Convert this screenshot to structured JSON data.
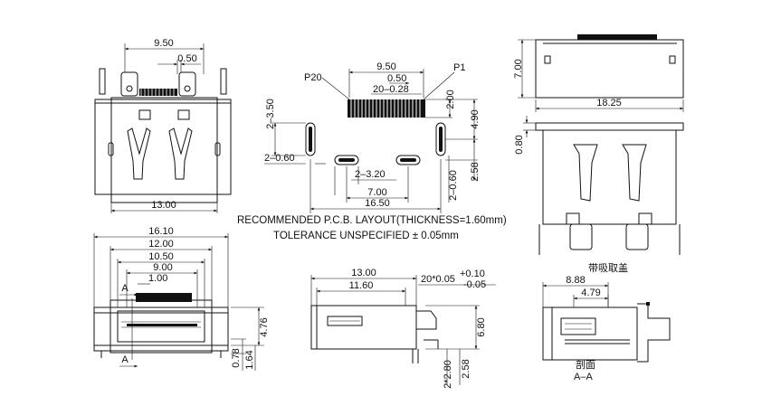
{
  "drawing": {
    "front_view": {
      "width_top": "9.50",
      "pitch_top": "0.50",
      "width_bottom": "13.00"
    },
    "pcb_layout": {
      "total_pitch": "9.50",
      "pitch": "0.50",
      "pin_range": "20–0.28",
      "pin_first_label": "P1",
      "pin_last_label": "P20",
      "pad_height": "2.00",
      "left_slot": "2–3.50",
      "right_dist": "4.90",
      "left_slot_width": "2–0.60",
      "right_slot_width": "2–0.60",
      "right_offset": "2.58",
      "center_slot": "2–3.20",
      "center_span": "7.00",
      "outer_span": "16.50",
      "note_line1": "RECOMMENDED  P.C.B.  LAYOUT(THICKNESS=1.60mm)",
      "note_line2": "TOLERANCE UNSPECIFIED ± 0.05mm"
    },
    "top_right_view": {
      "height": "7.00",
      "width": "18.25"
    },
    "mid_right_view": {
      "offset": "0.80",
      "caption": "带吸取盖"
    },
    "bottom_left_view": {
      "w1": "16.10",
      "w2": "12.00",
      "w3": "10.50",
      "w4": "9.00",
      "w5": "1.00",
      "section_mark_top": "A",
      "section_mark_bottom": "A",
      "h_total": "4.76",
      "h_small": "0.78",
      "h_mid": "1.64"
    },
    "bottom_mid_view": {
      "length": "13.00",
      "inner_length": "11.60",
      "tab_label_a": "20*0.05",
      "tab_tol_plus": "+0.10",
      "tab_tol_minus": "-0.05",
      "height": "6.80",
      "pin_len": "2*2.80",
      "pin_off": "2.58"
    },
    "section_view": {
      "len1": "8.88",
      "len2": "4.79",
      "caption_line1": "剖面",
      "caption_line2": "A–A"
    }
  }
}
